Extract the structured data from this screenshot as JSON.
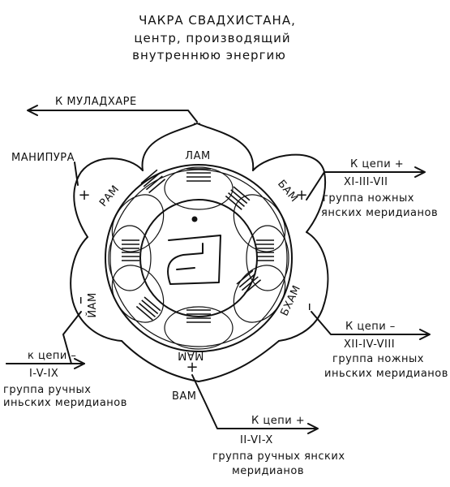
{
  "title": {
    "line1": "ЧАКРА СВАДХИСТАНА,",
    "line2": "центр, производящий",
    "line3": "внутреннюю энергию"
  },
  "petals": {
    "top": "ЛАМ",
    "upper_left": "РАМ",
    "upper_right": "БАМ",
    "lower_left": "ЙАМ",
    "lower_right": "БХАМ",
    "bottom": "МАМ"
  },
  "signs": {
    "top": "–",
    "upper_left": "+",
    "upper_right": "+",
    "lower_left": "–",
    "lower_right": "–",
    "bottom": "+"
  },
  "labels": {
    "muladhara": "К МУЛАДХАРЕ",
    "manipura": "МАНИПУРА",
    "vam": "ВАМ",
    "right_top": {
      "chain": "К цепи +",
      "numbers": "XI-III-VII",
      "line1": "группа ножных",
      "line2": "янских меридианов"
    },
    "right_bottom": {
      "chain": "К цепи –",
      "numbers": "XII-IV-VIII",
      "line1": "группа ножных",
      "line2": "иньских меридианов"
    },
    "left_bottom": {
      "chain": "к цепи –",
      "numbers": "I-V-IX",
      "line1": "группа ручных",
      "line2": "иньских меридианов"
    },
    "bottom": {
      "chain": "К цепи +",
      "numbers": "II-VI-X",
      "line1": "группа ручных янских",
      "line2": "меридианов"
    }
  }
}
